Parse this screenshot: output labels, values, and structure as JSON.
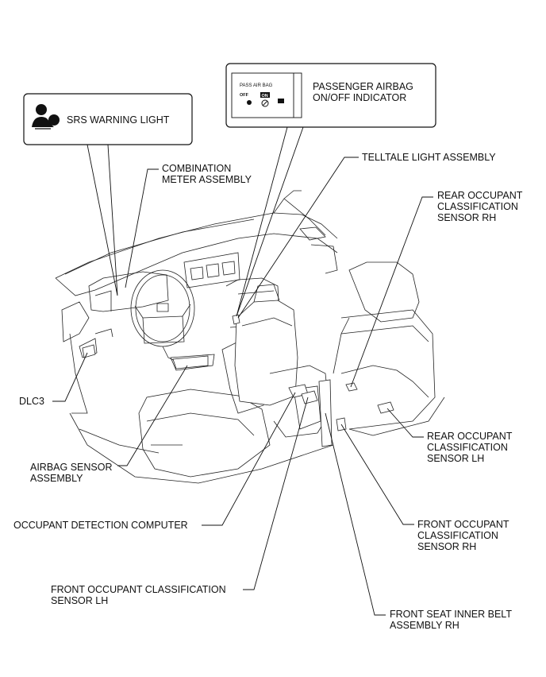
{
  "callouts": {
    "srs_warning_light": "SRS WARNING LIGHT",
    "passenger_airbag_indicator": [
      "PASSENGER AIRBAG",
      "ON/OFF INDICATOR"
    ],
    "indicator_panel": {
      "title": "PASS AIR BAG",
      "off": "OFF",
      "on": "ON"
    }
  },
  "labels": {
    "combination_meter": [
      "COMBINATION",
      "METER ASSEMBLY"
    ],
    "telltale_light": [
      "TELLTALE LIGHT ASSEMBLY"
    ],
    "rear_occupant_rh": [
      "REAR OCCUPANT",
      "CLASSIFICATION",
      "SENSOR RH"
    ],
    "dlc3": [
      "DLC3"
    ],
    "rear_occupant_lh": [
      "REAR OCCUPANT",
      "CLASSIFICATION",
      "SENSOR LH"
    ],
    "airbag_sensor": [
      "AIRBAG SENSOR",
      "ASSEMBLY"
    ],
    "occupant_detection": [
      "OCCUPANT DETECTION COMPUTER"
    ],
    "front_occupant_rh": [
      "FRONT OCCUPANT",
      "CLASSIFICATION",
      "SENSOR RH"
    ],
    "front_occupant_lh": [
      "FRONT OCCUPANT CLASSIFICATION",
      "SENSOR LH"
    ],
    "front_seat_belt": [
      "FRONT SEAT INNER BELT",
      "ASSEMBLY RH"
    ]
  },
  "icons": {
    "srs": "srs-airbag-warning-icon",
    "indicator": "passenger-airbag-indicator-icon"
  }
}
